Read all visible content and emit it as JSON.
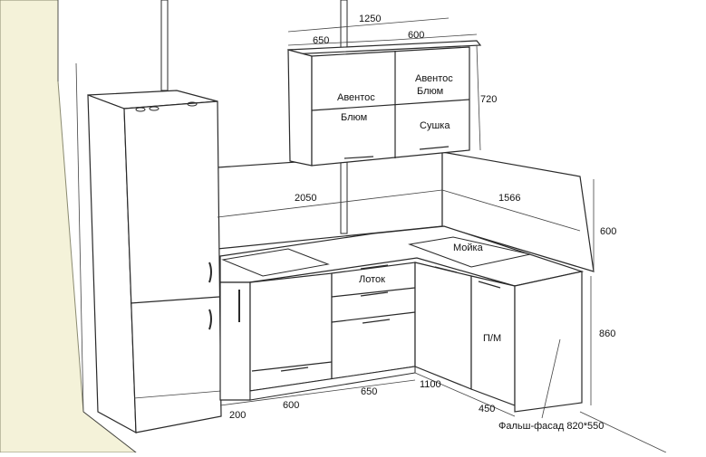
{
  "dimensions": {
    "upper_total": "1250",
    "upper_left": "650",
    "upper_right": "600",
    "upper_height": "720",
    "wall_back": "2050",
    "wall_side": "1566",
    "wall_height": "600",
    "base_height": "860",
    "filler": "200",
    "sink_cab": "600",
    "drawer_cab": "650",
    "corner": "1100",
    "side_cab": "450"
  },
  "labels": {
    "aventos_left_1": "Авентос",
    "aventos_left_2": "Блюм",
    "aventos_right_1": "Авентос",
    "aventos_right_2": "Блюм",
    "dryer": "Сушка",
    "sink": "Мойка",
    "tray": "Лоток",
    "dishwasher": "П/М",
    "false_facade": "Фальш-фасад 820*550"
  },
  "colors": {
    "wall": "#f4f2d9",
    "line": "#2a2a2a",
    "fill": "#ffffff"
  }
}
